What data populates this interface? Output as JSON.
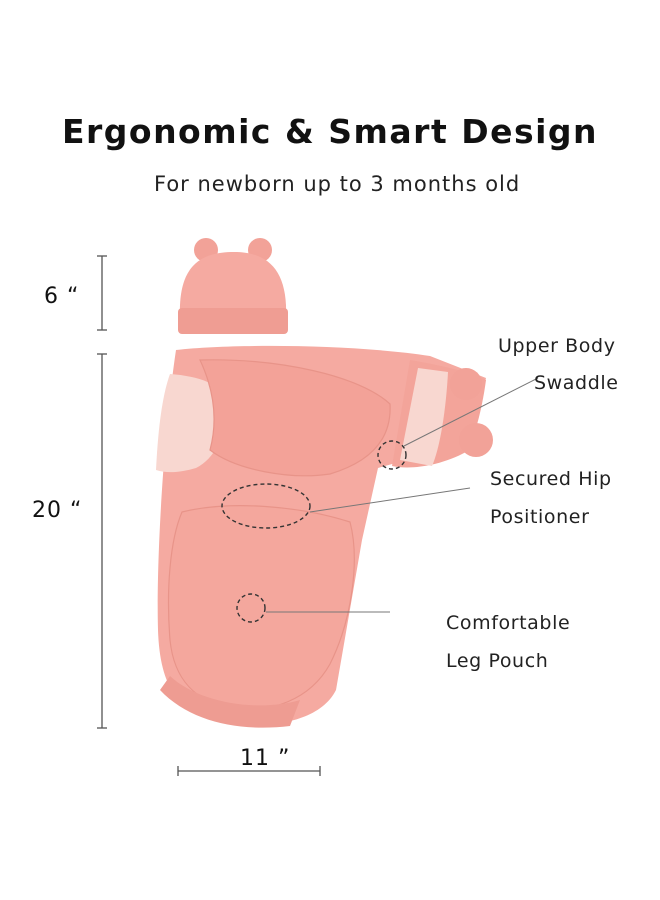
{
  "heading": {
    "title": "Ergonomic & Smart Design",
    "subtitle": "For newborn up to 3 months old"
  },
  "dimensions": {
    "hat_height": "6 “",
    "body_length": "20 “",
    "width": "11 ”"
  },
  "callouts": {
    "upper_line1": "Upper Body",
    "upper_line2": "Swaddle",
    "hip_line1": "Secured Hip",
    "hip_line2": "Positioner",
    "leg_line1": "Comfortable",
    "leg_line2": "Leg Pouch"
  },
  "colors": {
    "fabric": "#f5aaa1",
    "fabric_shadow": "#e89489",
    "lining": "#f8d7d0",
    "background": "#ffffff"
  }
}
